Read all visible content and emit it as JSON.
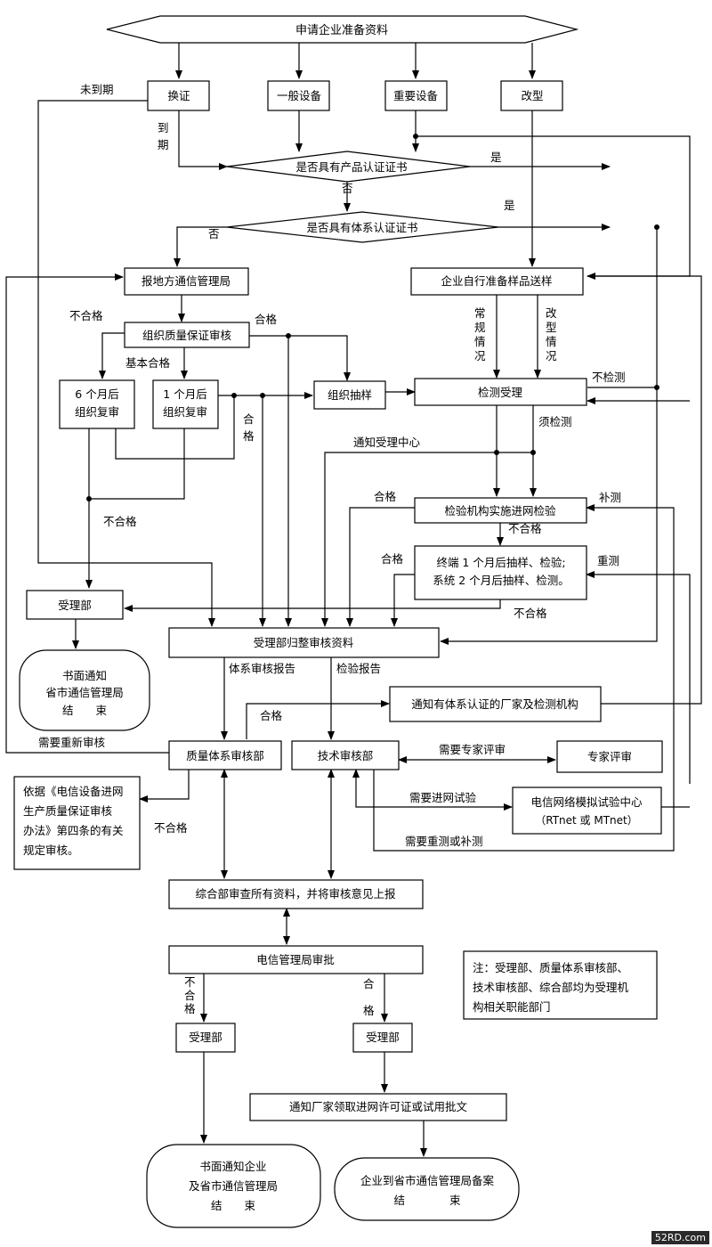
{
  "diagram": {
    "nodes": {
      "start": "申请企业准备资料",
      "renew": "换证",
      "general": "一般设备",
      "important": "重要设备",
      "modify": "改型",
      "q_product_cert": "是否具有产品认证证书",
      "q_system_cert": "是否具有体系认证证书",
      "report_local": "报地方通信管理局",
      "sample_prep": "企业自行准备样品送样",
      "org_qa_audit": "组织质量保证审核",
      "review_6m_1": "6 个月后",
      "review_6m_2": "组织复审",
      "review_1m_1": "1 个月后",
      "review_1m_2": "组织复审",
      "org_sampling": "组织抽样",
      "test_accept": "检测受理",
      "inspection": "检验机构实施进网检验",
      "followup_1": "终端 1 个月后抽样、检验;",
      "followup_2": "系统 2 个月后抽样、检测。",
      "accept_dept": "受理部",
      "end_notice_1": "书面通知",
      "end_notice_2": "省市通信管理局",
      "end_notice_3": "结　　束",
      "accept_collect": "受理部归整审核资料",
      "notify_cert": "通知有体系认证的厂家及检测机构",
      "qs_audit_dept": "质量体系审核部",
      "tech_audit_dept": "技术审核部",
      "expert_review": "专家评审",
      "basis_1": "依据《电信设备进网",
      "basis_2": "生产质量保证审核",
      "basis_3": "办法》第四条的有关",
      "basis_4": "规定审核。",
      "sim_center_1": "电信网络模拟试验中心",
      "sim_center_2": "（RTnet 或 MTnet）",
      "general_review": "综合部审查所有资料，并将审核意见上报",
      "telecom_approval": "电信管理局审批",
      "accept_left": "受理部",
      "accept_right": "受理部",
      "notify_license": "通知厂家领取进网许可证或试用批文",
      "end_left_1": "书面通知企业",
      "end_left_2": "及省市通信管理局",
      "end_left_3": "结　　束",
      "end_right_1": "企业到省市通信管理局备案",
      "end_right_2": "结　　　　束"
    },
    "labels": {
      "not_expired": "未到期",
      "expired_1": "到",
      "expired_2": "期",
      "yes_1": "是",
      "yes_2": "是",
      "no_1": "否",
      "no_2": "否",
      "fail_1": "不合格",
      "pass_1": "合格",
      "basic_pass": "基本合格",
      "pass_2a": "合",
      "pass_2b": "格",
      "routine_1": "常",
      "routine_2": "规",
      "routine_3": "情",
      "routine_4": "况",
      "mod_1": "改",
      "mod_2": "型",
      "mod_3": "情",
      "mod_4": "况",
      "no_test": "不检测",
      "need_test": "须检测",
      "notify_center": "通知受理中心",
      "pass_3": "合格",
      "retest_supp": "补测",
      "fail_2": "不合格",
      "fail_3": "不合格",
      "pass_4": "合格",
      "retest": "重测",
      "fail_4": "不合格",
      "sys_report": "体系审核报告",
      "test_report": "检验报告",
      "pass_5": "合格",
      "need_reaudit": "需要重新审核",
      "need_expert": "需要专家评审",
      "need_net_test": "需要进网试验",
      "fail_5": "不合格",
      "need_retest": "需要重测或补测",
      "fail_6a": "不",
      "fail_6b": "合",
      "fail_6c": "格",
      "pass_6a": "合",
      "pass_6b": "格"
    },
    "note": {
      "line1": "注：受理部、质量体系审核部、",
      "line2": "技术审核部、综合部均为受理机",
      "line3": "构相关职能部门"
    },
    "watermark": "52RD.com"
  }
}
